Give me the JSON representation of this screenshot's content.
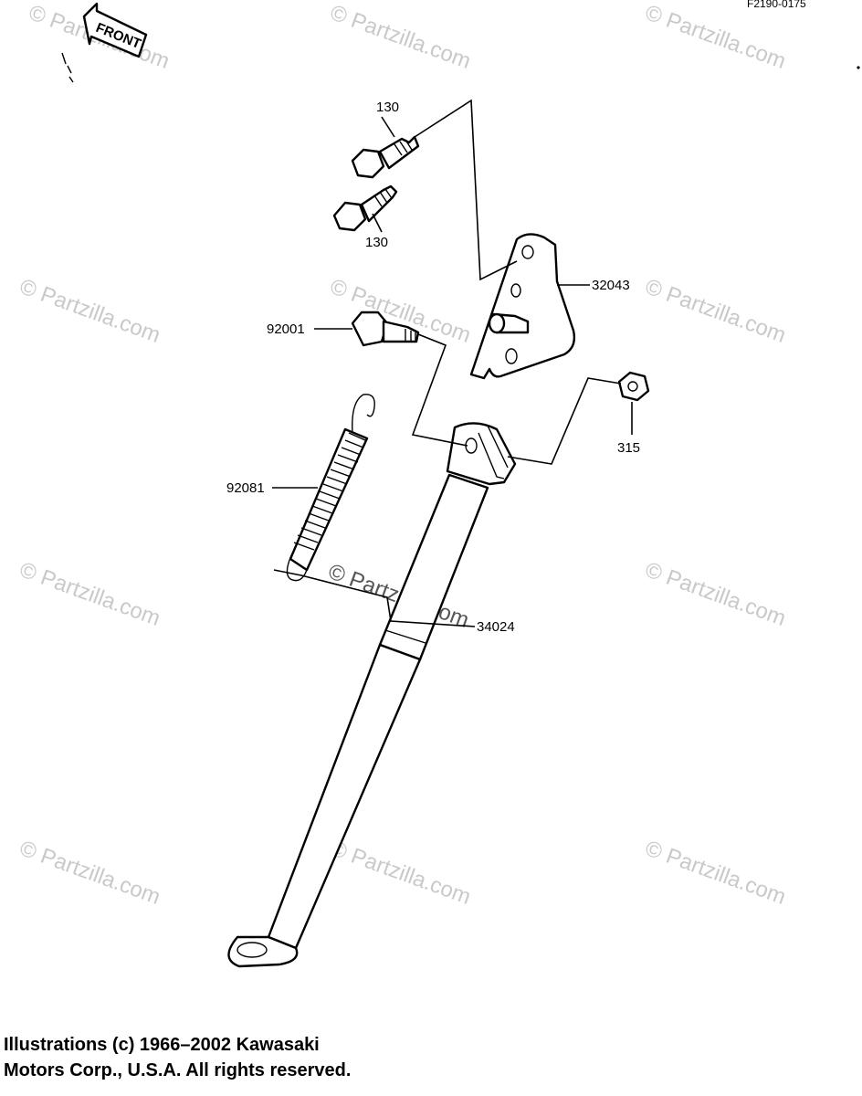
{
  "diagram_code": "F2190-0175",
  "front_label": "FRONT",
  "watermark_text": "© Partzilla.com",
  "parts": {
    "bolt_upper": "130",
    "bolt_lower": "130",
    "bracket": "32043",
    "pivot_bolt": "92001",
    "nut": "315",
    "spring": "92081",
    "stand": "34024"
  },
  "copyright": {
    "line1": "Illustrations (c) 1966–2002 Kawasaki",
    "line2": "Motors Corp., U.S.A.  All rights reserved."
  }
}
